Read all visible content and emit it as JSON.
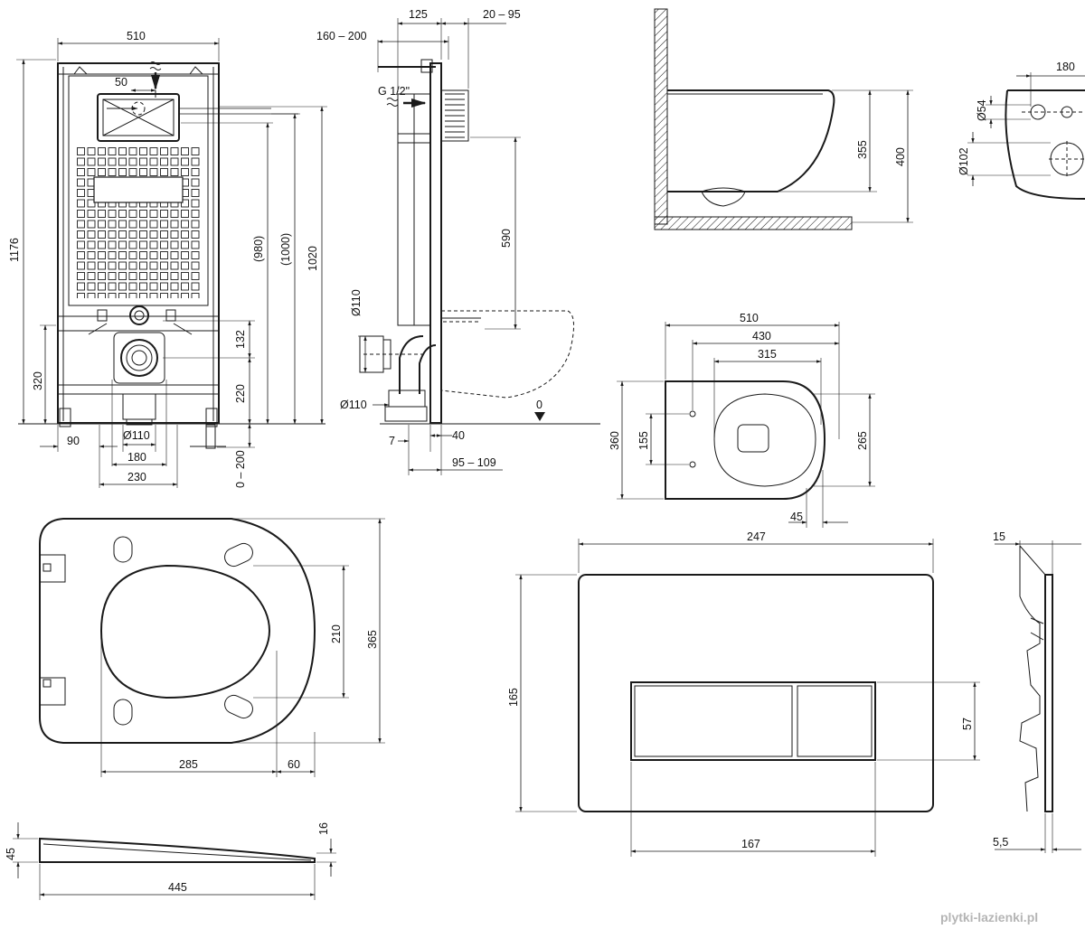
{
  "frame_front": {
    "width": "510",
    "height": "1176",
    "h980": "(980)",
    "h1000": "(1000)",
    "h1020": "1020",
    "h320": "320",
    "h132": "132",
    "h220": "220",
    "adj": "0 – 200",
    "d90": "90",
    "d110": "Ø110",
    "d180": "180",
    "d230": "230",
    "d50": "50"
  },
  "frame_side": {
    "d125": "125",
    "d20_95": "20 – 95",
    "d160_200": "160 – 200",
    "g12": "G 1/2\"",
    "d590": "590",
    "d110a": "Ø110",
    "d110b": "Ø110",
    "zero": "0",
    "d7": "7",
    "d40": "40",
    "d95_109": "95 – 109"
  },
  "bowl_side": {
    "d355": "355",
    "d400": "400"
  },
  "bowl_rear": {
    "d180": "180",
    "d54": "Ø54",
    "d102": "Ø102"
  },
  "bowl_top": {
    "d510": "510",
    "d430": "430",
    "d315": "315",
    "d360": "360",
    "d155": "155",
    "d265": "265",
    "d45": "45"
  },
  "seat_top": {
    "d365": "365",
    "d210": "210",
    "d285": "285",
    "d60": "60"
  },
  "seat_side": {
    "d45": "45",
    "d16": "16",
    "d445": "445"
  },
  "flush_plate": {
    "d247": "247",
    "d165": "165",
    "d57": "57",
    "d167": "167"
  },
  "plate_side": {
    "d15": "15",
    "d5_5": "5,5"
  },
  "watermark": "plytki-lazienki.pl"
}
